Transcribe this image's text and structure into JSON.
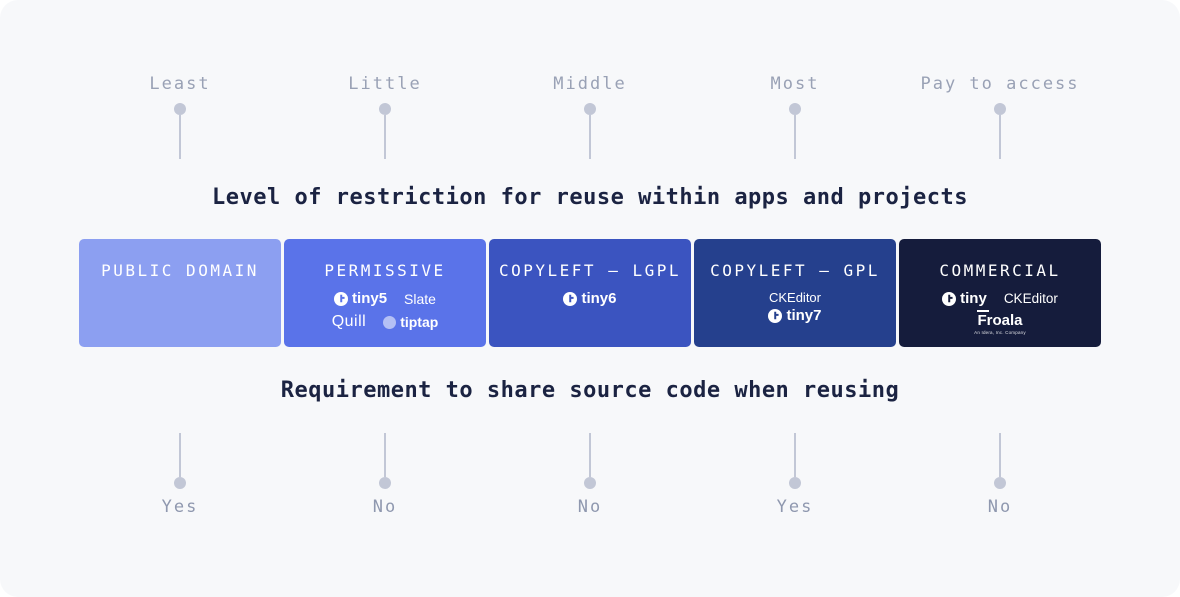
{
  "top_section": {
    "title": "Level of restriction for reuse within apps and projects",
    "labels": [
      "Least",
      "Little",
      "Middle",
      "Most",
      "Pay to access"
    ]
  },
  "bottom_section": {
    "title": "Requirement to share source code when reusing",
    "labels": [
      "Yes",
      "No",
      "No",
      "Yes",
      "No"
    ]
  },
  "cards": {
    "public_domain": {
      "title": "PUBLIC DOMAIN",
      "color": "#8c9ff1"
    },
    "permissive": {
      "title": "PERMISSIVE",
      "color": "#5a73e9",
      "logos": {
        "tiny": "tiny5",
        "slate": "Slate",
        "quill": "Quill",
        "tiptap": "tiptap"
      }
    },
    "copyleft_lgpl": {
      "title": "COPYLEFT — LGPL",
      "color": "#3b54c0",
      "logos": {
        "tiny": "tiny6"
      }
    },
    "copyleft_gpl": {
      "title": "COPYLEFT — GPL",
      "color": "#25408d",
      "logos": {
        "ckeditor": "CKEditor",
        "tiny": "tiny7"
      }
    },
    "commercial": {
      "title": "COMMERCIAL",
      "color": "#151c3c",
      "logos": {
        "tiny": "tiny",
        "ckeditor": "CKEditor",
        "froala": "Froala",
        "froala_tagline": "An Idera, Inc. Company"
      }
    }
  },
  "pin_color": "#c2c7d6"
}
